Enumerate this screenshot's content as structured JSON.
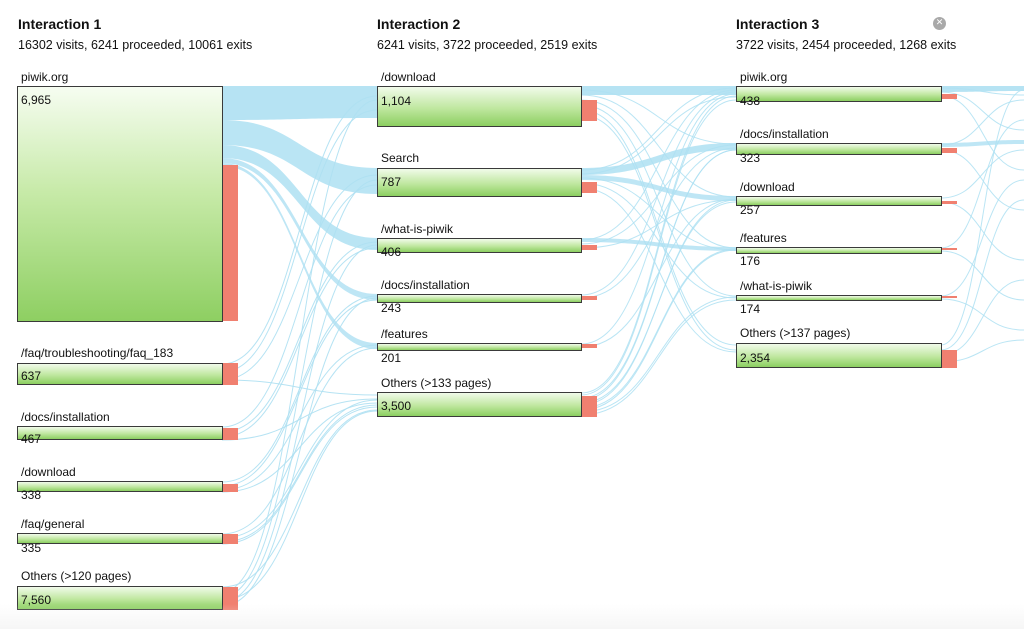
{
  "chart_data": {
    "type": "sankey",
    "interactions": [
      {
        "title": "Interaction 1",
        "stats": "16302 visits, 6241 proceeded, 10061 exits",
        "nodes": [
          {
            "label": "piwik.org",
            "value": "6,965"
          },
          {
            "label": "/faq/troubleshooting/faq_183",
            "value": "637"
          },
          {
            "label": "/docs/installation",
            "value": "467"
          },
          {
            "label": "/download",
            "value": "338"
          },
          {
            "label": "/faq/general",
            "value": "335"
          },
          {
            "label": "Others (>120 pages)",
            "value": "7,560"
          }
        ]
      },
      {
        "title": "Interaction 2",
        "stats": "6241 visits, 3722 proceeded, 2519 exits",
        "nodes": [
          {
            "label": "/download",
            "value": "1,104"
          },
          {
            "label": "Search",
            "value": "787"
          },
          {
            "label": "/what-is-piwik",
            "value": "406"
          },
          {
            "label": "/docs/installation",
            "value": "243"
          },
          {
            "label": "/features",
            "value": "201"
          },
          {
            "label": "Others (>133 pages)",
            "value": "3,500"
          }
        ]
      },
      {
        "title": "Interaction 3",
        "stats": "3722 visits, 2454 proceeded, 1268 exits",
        "nodes": [
          {
            "label": "piwik.org",
            "value": "438"
          },
          {
            "label": "/docs/installation",
            "value": "323"
          },
          {
            "label": "/download",
            "value": "257"
          },
          {
            "label": "/features",
            "value": "176"
          },
          {
            "label": "/what-is-piwik",
            "value": "174"
          },
          {
            "label": "Others (>137 pages)",
            "value": "2,354"
          }
        ]
      }
    ]
  },
  "colors": {
    "flow": "#aee0f2",
    "exit": "#f08070",
    "node_border": "#3a3a3a",
    "node_fill_top": "#f1fbea",
    "node_fill_bottom": "#8ccf61",
    "close_icon": "#a9a9a9"
  },
  "close_icon": {
    "name": "close-icon",
    "glyph": "✕"
  }
}
